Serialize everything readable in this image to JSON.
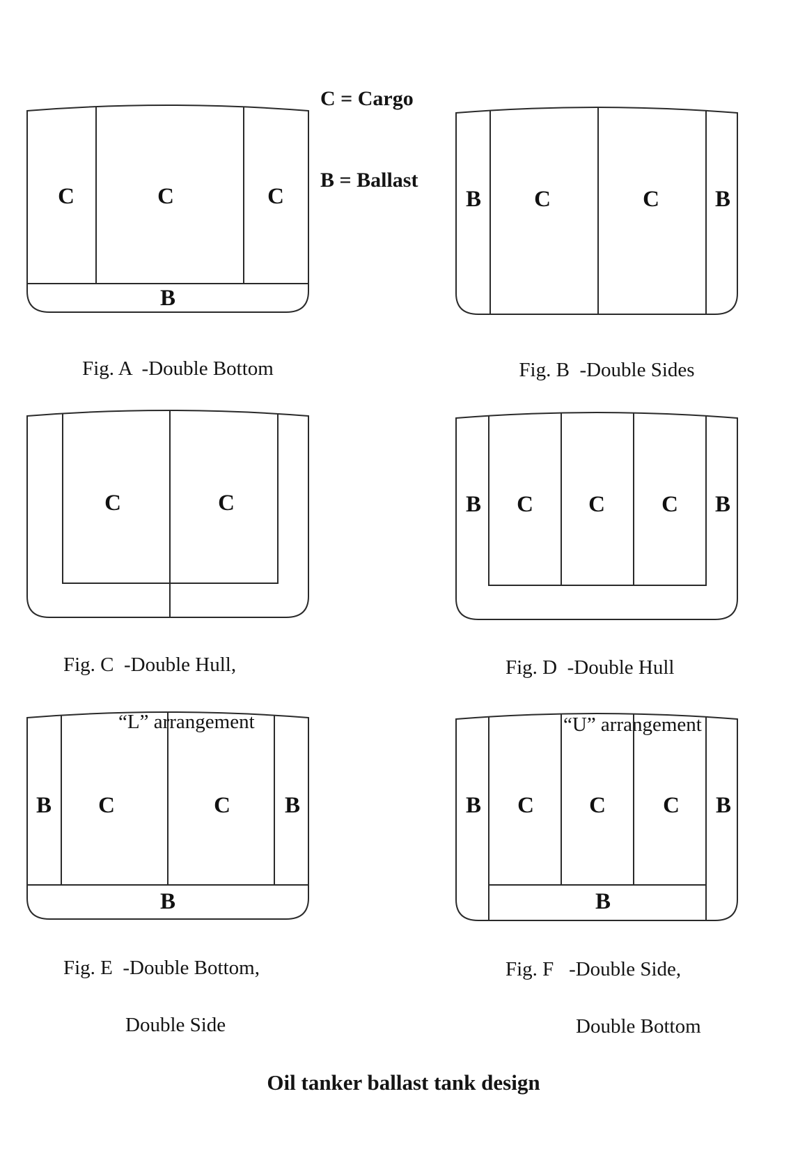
{
  "legend": {
    "cargo": "C = Cargo",
    "ballast": "B = Ballast"
  },
  "title": "Oil tanker ballast tank design",
  "figures": [
    {
      "id": "A",
      "caption": [
        "Fig. A  -Double Bottom",
        ""
      ],
      "tanks": [
        "C",
        "C",
        "C",
        "B"
      ]
    },
    {
      "id": "B",
      "caption": [
        "Fig. B  -Double Sides",
        ""
      ],
      "tanks": [
        "B",
        "C",
        "C",
        "B"
      ]
    },
    {
      "id": "C",
      "caption": [
        "Fig. C  -Double Hull,",
        "“L” arrangement"
      ],
      "tanks": [
        "C",
        "C"
      ]
    },
    {
      "id": "D",
      "caption": [
        "Fig. D  -Double Hull",
        "“U” arrangement"
      ],
      "tanks": [
        "B",
        "C",
        "C",
        "C",
        "B"
      ]
    },
    {
      "id": "E",
      "caption": [
        "Fig. E  -Double Bottom,",
        "Double Side"
      ],
      "tanks": [
        "B",
        "C",
        "C",
        "B",
        "B"
      ]
    },
    {
      "id": "F",
      "caption": [
        "Fig. F   -Double Side,",
        "Double Bottom"
      ],
      "tanks": [
        "B",
        "C",
        "C",
        "C",
        "B",
        "B"
      ]
    }
  ]
}
